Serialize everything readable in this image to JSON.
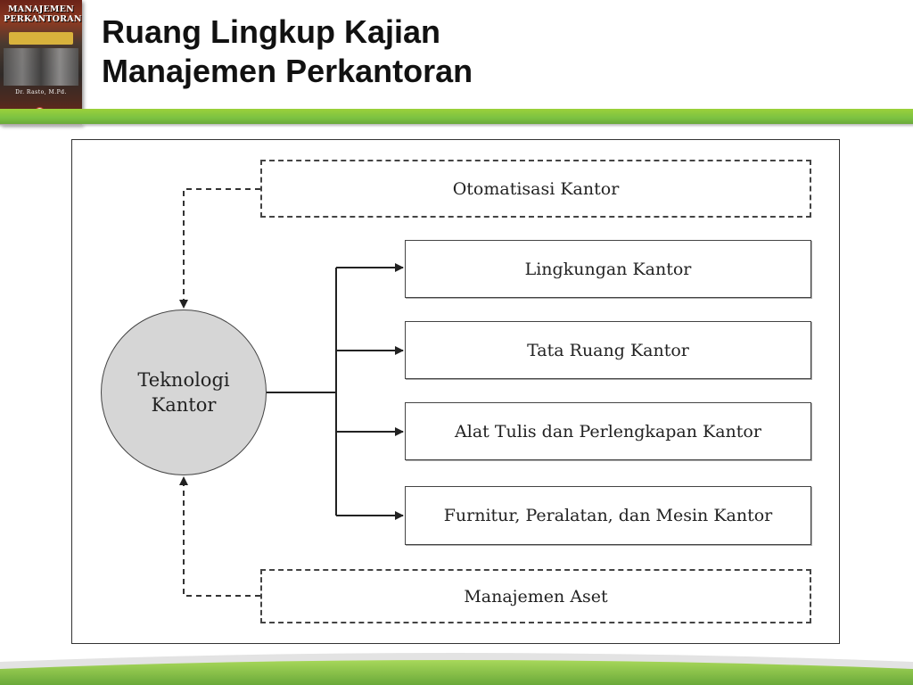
{
  "cover": {
    "title_line1": "MANAJEMEN",
    "title_line2": "PERKANTORAN",
    "author": "Dr. Rasto, M.Pd."
  },
  "title": {
    "line1": "Ruang Lingkup Kajian",
    "line2": "Manajemen Perkantoran"
  },
  "diagram": {
    "center": {
      "line1": "Teknologi",
      "line2": "Kantor"
    },
    "dashed_top": "Otomatisasi Kantor",
    "dashed_bottom": "Manajemen Aset",
    "solid_items": [
      "Lingkungan Kantor",
      "Tata Ruang Kantor",
      "Alat Tulis dan Perlengkapan Kantor",
      "Furnitur, Peralatan, dan Mesin Kantor"
    ]
  },
  "colors": {
    "accent_green": "#7cc242",
    "circle_fill": "#d6d6d6",
    "line": "#222222"
  }
}
